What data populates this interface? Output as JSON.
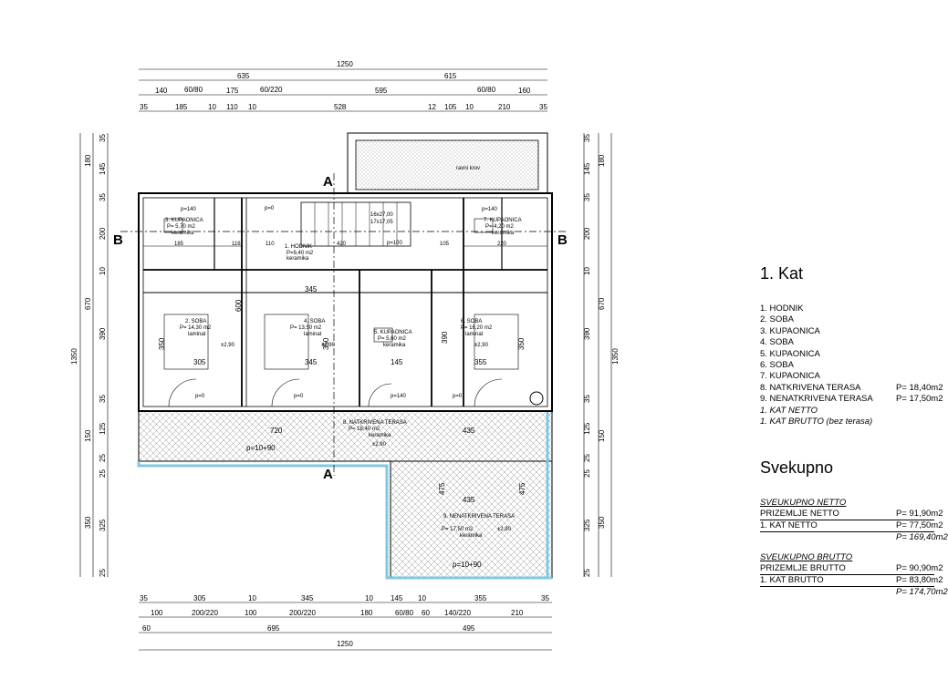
{
  "dims_top": {
    "total": "1250",
    "row2": [
      "635",
      "615"
    ],
    "row3": [
      "140",
      "60/80",
      "175",
      "60/220",
      "595",
      "60/80",
      "160"
    ],
    "row4": [
      "35",
      "185",
      "10",
      "110",
      "10",
      "528",
      "12",
      "105",
      "10",
      "210",
      "35"
    ]
  },
  "dims_bottom": {
    "row1": [
      "35",
      "305",
      "10",
      "345",
      "10",
      "145",
      "10",
      "355",
      "35"
    ],
    "row2": [
      "100",
      "200/220",
      "100",
      "200/220",
      "180",
      "60/80",
      "60",
      "140/220",
      "210"
    ],
    "row3": [
      "60",
      "695",
      "495"
    ],
    "total": "1250"
  },
  "dims_left": {
    "total": "1350",
    "outer": [
      "180",
      "670",
      "150",
      "350"
    ],
    "inner": [
      "35",
      "145",
      "35",
      "200",
      "10",
      "390",
      "35",
      "125",
      "25",
      "25",
      "325",
      "25"
    ]
  },
  "dims_right": {
    "total": "1350",
    "outer": [
      "180",
      "670",
      "150",
      "350"
    ],
    "inner": [
      "35",
      "145",
      "35",
      "200",
      "10",
      "390",
      "35",
      "125",
      "25",
      "25",
      "325",
      "25"
    ]
  },
  "sections": {
    "a": "A",
    "b": "B"
  },
  "rooms": [
    {
      "name": "1. HODNIK",
      "area": "P=9,40 m2",
      "floor": "keramika",
      "p": "p=0"
    },
    {
      "name": "2. SOBA",
      "area": "P= 14,30 m2",
      "floor": "laminat",
      "p": "p=0"
    },
    {
      "name": "3. KUPAONICA",
      "area": "P= 5,70 m2",
      "floor": "keramika",
      "p": "p=140"
    },
    {
      "name": "4. SOBA",
      "area": "P= 13,50 m2",
      "floor": "laminat",
      "p": "p=0"
    },
    {
      "name": "5. KUPAONICA",
      "area": "P= 5,60 m2",
      "floor": "keramika",
      "p": "p=140"
    },
    {
      "name": "6. SOBA",
      "area": "P= 16,20 m2",
      "floor": "laminat",
      "p": "p=0"
    },
    {
      "name": "7. KUPAONICA",
      "area": "P= 4,20 m2",
      "floor": "keramika",
      "p": "p=140"
    },
    {
      "name": "8. NATKRIVENA TERASA",
      "area": "P= 18,40 m2",
      "floor": "keramika",
      "p": "p=10+90"
    },
    {
      "name": "9. NENATKRIVENA TERASA",
      "area": "P= 17,50 m2",
      "floor": "keramika",
      "p": "p=10+90"
    }
  ],
  "plan_labels": {
    "roof": "ravni krov",
    "stairs": "16x27,00",
    "stairs2": "17x17,05",
    "p100": "p=100",
    "level": "±2,90",
    "d185": "185",
    "d116": "116",
    "d110": "110",
    "d420": "420",
    "d105": "105",
    "d220": "220",
    "d345": "345",
    "d305": "305",
    "d355": "355",
    "d145": "145",
    "d720": "720",
    "d435": "435",
    "d350": "350",
    "d390": "390",
    "d600": "600",
    "d475": "475"
  },
  "sidebar": {
    "title": "1. Kat",
    "items": [
      {
        "label": "1. HODNIK",
        "value": ""
      },
      {
        "label": "2. SOBA",
        "value": ""
      },
      {
        "label": "3. KUPAONICA",
        "value": ""
      },
      {
        "label": "4. SOBA",
        "value": ""
      },
      {
        "label": "5. KUPAONICA",
        "value": ""
      },
      {
        "label": "6. SOBA",
        "value": ""
      },
      {
        "label": "7. KUPAONICA",
        "value": ""
      },
      {
        "label": "8. NATKRIVENA TERASA",
        "value": "P= 18,40m2"
      },
      {
        "label": "9. NENATKRIVENA TERASA",
        "value": "P= 17,50m2"
      }
    ],
    "netto": "1. KAT NETTO",
    "brutto": "1. KAT  BRUTTO (bez terasa)",
    "summary_title": "Svekupno",
    "sv_netto": {
      "title": "SVEUKUPNO NETTO",
      "rows": [
        {
          "label": "PRIZEMLJE NETTO",
          "value": "P= 91,90m2"
        },
        {
          "label": "1. KAT NETTO",
          "value": "P= 77,50m2"
        }
      ],
      "total": "P= 169,40m2"
    },
    "sv_brutto": {
      "title": "SVEUKUPNO  BRUTTO",
      "rows": [
        {
          "label": "PRIZEMLJE BRUTTO",
          "value": "P= 90,90m2"
        },
        {
          "label": "1. KAT BRUTTO",
          "value": "P= 83,80m2"
        }
      ],
      "total": "P= 174,70m2"
    }
  }
}
